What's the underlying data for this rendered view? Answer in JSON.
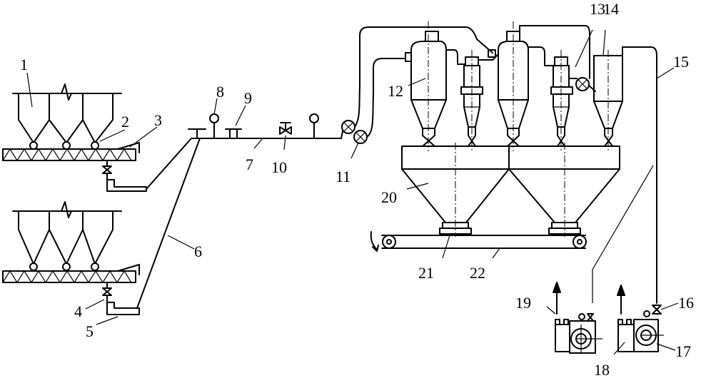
{
  "labels": {
    "l1": "1",
    "l2": "2",
    "l3": "3",
    "l4": "4",
    "l5": "5",
    "l6": "6",
    "l7": "7",
    "l8": "8",
    "l9": "9",
    "l10": "10",
    "l11": "11",
    "l12": "12",
    "l13": "13",
    "l14": "14",
    "l15": "15",
    "l16": "16",
    "l17": "17",
    "l18": "18",
    "l19": "19",
    "l20": "20",
    "l21": "21",
    "l22": "22"
  },
  "components": [
    {
      "id": "1",
      "name": "feed-bin-group"
    },
    {
      "id": "2",
      "name": "rotary-feeder"
    },
    {
      "id": "3",
      "name": "screw-conveyor"
    },
    {
      "id": "4",
      "name": "valve"
    },
    {
      "id": "5",
      "name": "feeder-ejector"
    },
    {
      "id": "6",
      "name": "conveying-pipe"
    },
    {
      "id": "7",
      "name": "main-conveying-pipe"
    },
    {
      "id": "8",
      "name": "pressure-gauge"
    },
    {
      "id": "9",
      "name": "pipe-inlet"
    },
    {
      "id": "10",
      "name": "gate-valve"
    },
    {
      "id": "11",
      "name": "switching-valve"
    },
    {
      "id": "12",
      "name": "cyclone-separator"
    },
    {
      "id": "13",
      "name": "bag-filter"
    },
    {
      "id": "14",
      "name": "receiving-bin"
    },
    {
      "id": "15",
      "name": "air-pipe"
    },
    {
      "id": "16",
      "name": "air-valve"
    },
    {
      "id": "17",
      "name": "blower"
    },
    {
      "id": "18",
      "name": "motor"
    },
    {
      "id": "19",
      "name": "exhaust-direction-arrow"
    },
    {
      "id": "20",
      "name": "storage-silo"
    },
    {
      "id": "21",
      "name": "discharge-gate"
    },
    {
      "id": "22",
      "name": "belt-conveyor"
    }
  ]
}
